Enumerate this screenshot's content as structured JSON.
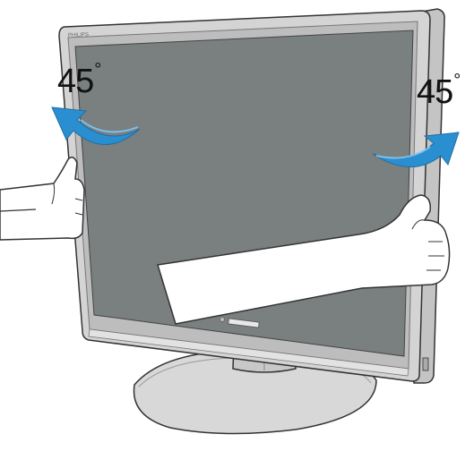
{
  "annotations": {
    "left_angle": "45",
    "right_angle": "45",
    "degree_symbol": "°"
  },
  "monitor": {
    "brand_text": "PHILIPS"
  },
  "colors": {
    "bezel": "#cfcfcf",
    "bezel_edge": "#888888",
    "screen": "#7a7f80",
    "arrow": "#2a8fd0",
    "outline": "#333333"
  },
  "icons": {
    "left_arrow": "rotate-arrow-left-icon",
    "right_arrow": "rotate-arrow-right-icon"
  }
}
